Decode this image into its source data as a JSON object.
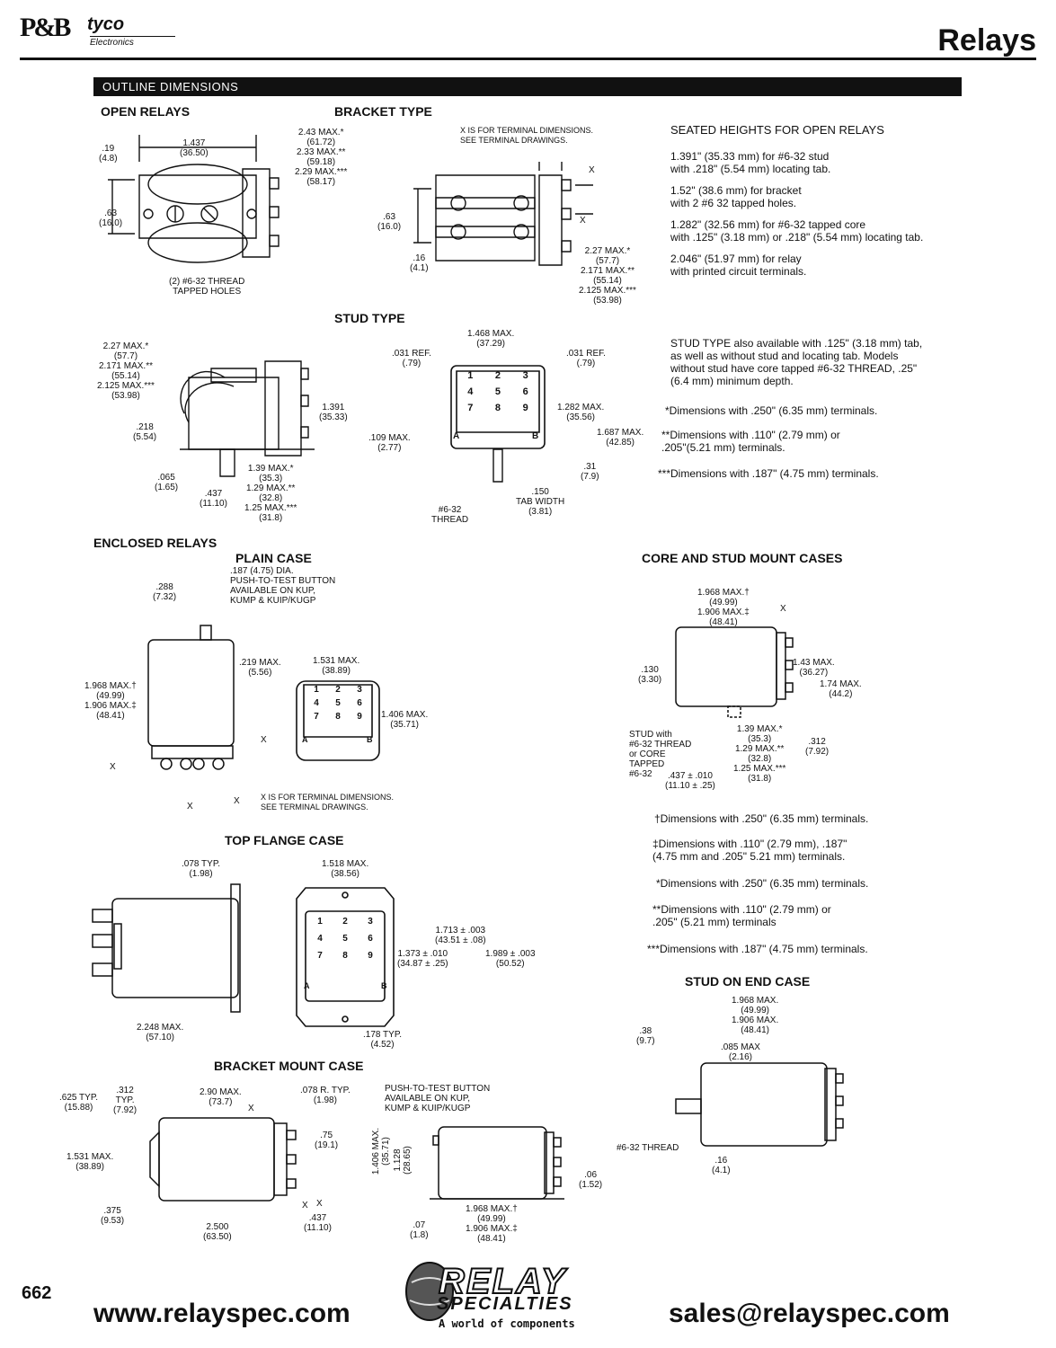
{
  "header": {
    "brand_pb": "P&B",
    "brand_tyco": "tyco",
    "brand_electronics": "Electronics",
    "title": "Relays"
  },
  "section_bar": "OUTLINE DIMENSIONS",
  "open_relays": {
    "heading": "OPEN RELAYS",
    "bracket_heading": "BRACKET TYPE",
    "stud_heading": "STUD TYPE",
    "x_note": "X IS FOR TERMINAL DIMENSIONS.\nSEE TERMINAL DRAWINGS.",
    "thread_note": "(2) #6-32 THREAD\nTAPPED HOLES",
    "bracket_dims": {
      "d19": ".19\n(4.8)",
      "d1437": "1.437\n(36.50)",
      "d243": "2.43 MAX.*\n(61.72)\n2.33 MAX.**\n(59.18)\n2.29 MAX.***\n(58.17)",
      "d63": ".63\n(16.0)"
    },
    "bracket_side_dims": {
      "d63": ".63\n(16.0)",
      "d16": ".16\n(4.1)",
      "d227": "2.27 MAX.*\n(57.7)\n2.171 MAX.**\n(55.14)\n2.125 MAX.***\n(53.98)",
      "x": "X"
    },
    "stud_side_dims": {
      "d227": "2.27 MAX.*\n(57.7)\n2.171 MAX.**\n(55.14)\n2.125 MAX.***\n(53.98)",
      "d218": ".218\n(5.54)",
      "d1391": "1.391\n(35.33)",
      "d065": ".065\n(1.65)",
      "d437": ".437\n(11.10)",
      "d139": "1.39 MAX.*\n(35.3)\n1.29 MAX.**\n(32.8)\n1.25 MAX.***\n(31.8)"
    },
    "stud_front_dims": {
      "d1468": "1.468 MAX.\n(37.29)",
      "d031l": ".031 REF.\n(.79)",
      "d031r": ".031 REF.\n(.79)",
      "d1282": "1.282 MAX.\n(35.56)",
      "d1687": "1.687 MAX.\n(42.85)",
      "d109": ".109 MAX.\n(2.77)",
      "d31": ".31\n(7.9)",
      "d150": ".150\nTAB WIDTH\n(3.81)",
      "thread": "#6-32\nTHREAD"
    },
    "seated_heading": "SEATED HEIGHTS FOR OPEN RELAYS",
    "seated_items": [
      "1.391\" (35.33 mm) for #6-32 stud\nwith .218\" (5.54 mm) locating tab.",
      "1.52\" (38.6 mm) for bracket\nwith 2 #6 32 tapped holes.",
      "1.282\" (32.56 mm) for #6-32 tapped core\nwith .125\" (3.18 mm) or .218\" (5.54 mm) locating tab.",
      "2.046\" (51.97 mm) for relay\nwith printed circuit terminals."
    ],
    "stud_note": "STUD TYPE also available with .125\" (3.18 mm) tab,\nas well as without stud and locating tab. Models\nwithout stud have core tapped #6-32 THREAD, .25\"\n(6.4 mm) minimum depth.",
    "footnotes": [
      "*Dimensions with .250\" (6.35 mm) terminals.",
      "**Dimensions with .110\" (2.79 mm) or\n.205\"(5.21 mm) terminals.",
      "***Dimensions with .187\" (4.75 mm) terminals."
    ]
  },
  "enclosed": {
    "heading": "ENCLOSED RELAYS",
    "plain_heading": "PLAIN CASE",
    "plain_dims": {
      "d288": ".288\n(7.32)",
      "button": ".187 (4.75) DIA.\nPUSH-TO-TEST BUTTON\nAVAILABLE ON KUP,\nKUMP & KUIP/KUGP",
      "d219": ".219 MAX.\n(5.56)",
      "d1968": "1.968 MAX.†\n(49.99)\n1.906 MAX.‡\n(48.41)",
      "d1531": "1.531 MAX.\n(38.89)",
      "d1406": "1.406 MAX.\n(35.71)",
      "x_note": "X IS FOR TERMINAL DIMENSIONS.\nSEE TERMINAL DRAWINGS.",
      "x": "X"
    },
    "core_heading": "CORE AND STUD MOUNT CASES",
    "core_dims": {
      "d1968": "1.968 MAX.†\n(49.99)\n1.906 MAX.‡\n(48.41)",
      "d143": "1.43 MAX.\n(36.27)",
      "d174": "1.74 MAX.\n(44.2)",
      "d130": ".130\n(3.30)",
      "stud": "STUD with\n#6-32 THREAD\nor CORE\nTAPPED\n#6-32",
      "d139": "1.39 MAX.*\n(35.3)\n1.29 MAX.**\n(32.8)\n1.25 MAX.***\n(31.8)",
      "d312": ".312\n(7.92)",
      "d437": ".437 ± .010\n(11.10 ± .25)",
      "x": "X"
    },
    "footnotes": [
      "†Dimensions with .250\" (6.35 mm) terminals.",
      "‡Dimensions with .110\" (2.79 mm), .187\"\n(4.75 mm and .205\" 5.21 mm) terminals.",
      "*Dimensions with .250\" (6.35 mm) terminals.",
      "**Dimensions with .110\" (2.79 mm) or\n.205\" (5.21 mm) terminals",
      "***Dimensions with .187\" (4.75 mm) terminals."
    ],
    "flange_heading": "TOP FLANGE  CASE",
    "flange_dims": {
      "d078": ".078 TYP.\n(1.98)",
      "d1518": "1.518 MAX.\n(38.56)",
      "d1713": "1.713 ± .003\n(43.51 ± .08)",
      "d1373": "1.373 ± .010\n(34.87 ± .25)",
      "d1989": "1.989 ± .003\n(50.52)",
      "d2248": "2.248 MAX.\n(57.10)",
      "d178": ".178 TYP.\n(4.52)"
    },
    "stud_end_heading": "STUD ON END CASE",
    "stud_end_dims": {
      "d1968": "1.968 MAX.\n(49.99)\n1.906 MAX.\n(48.41)",
      "d38": ".38\n(9.7)",
      "d085": ".085 MAX\n(2.16)",
      "thread": "#6-32 THREAD",
      "d16": ".16\n(4.1)"
    },
    "bracket_mount_heading": "BRACKET MOUNT CASE",
    "bracket_mount_dims": {
      "d625": ".625 TYP.\n(15.88)",
      "d312": ".312\nTYP.\n(7.92)",
      "d290": "2.90 MAX.\n(73.7)",
      "d078": ".078 R. TYP.\n(1.98)",
      "d75": ".75\n(19.1)",
      "d1531": "1.531 MAX.\n(38.89)",
      "d375": ".375\n(9.53)",
      "d2500": "2.500\n(63.50)",
      "d437": ".437\n(11.10)",
      "button": "PUSH-TO-TEST BUTTON\nAVAILABLE ON KUP,\nKUMP & KUIP/KUGP",
      "d1406": "1.406 MAX.\n(35.71)",
      "d1128": "1.128\n(28.65)",
      "d06": ".06\n(1.52)",
      "d07": ".07\n(1.8)",
      "d1968": "1.968 MAX.†\n(49.99)\n1.906 MAX.‡\n(48.41)",
      "x": "X"
    }
  },
  "footer": {
    "page_number": "662",
    "url": "www.relayspec.com",
    "email": "sales@relayspec.com",
    "logo_relay": "RELAY",
    "logo_specialties": "SPECIALTIES",
    "logo_tagline": "A world of components"
  },
  "terminal_numbers": [
    "1",
    "2",
    "3",
    "4",
    "5",
    "6",
    "7",
    "8",
    "9"
  ],
  "terminal_letters": [
    "A",
    "B"
  ]
}
